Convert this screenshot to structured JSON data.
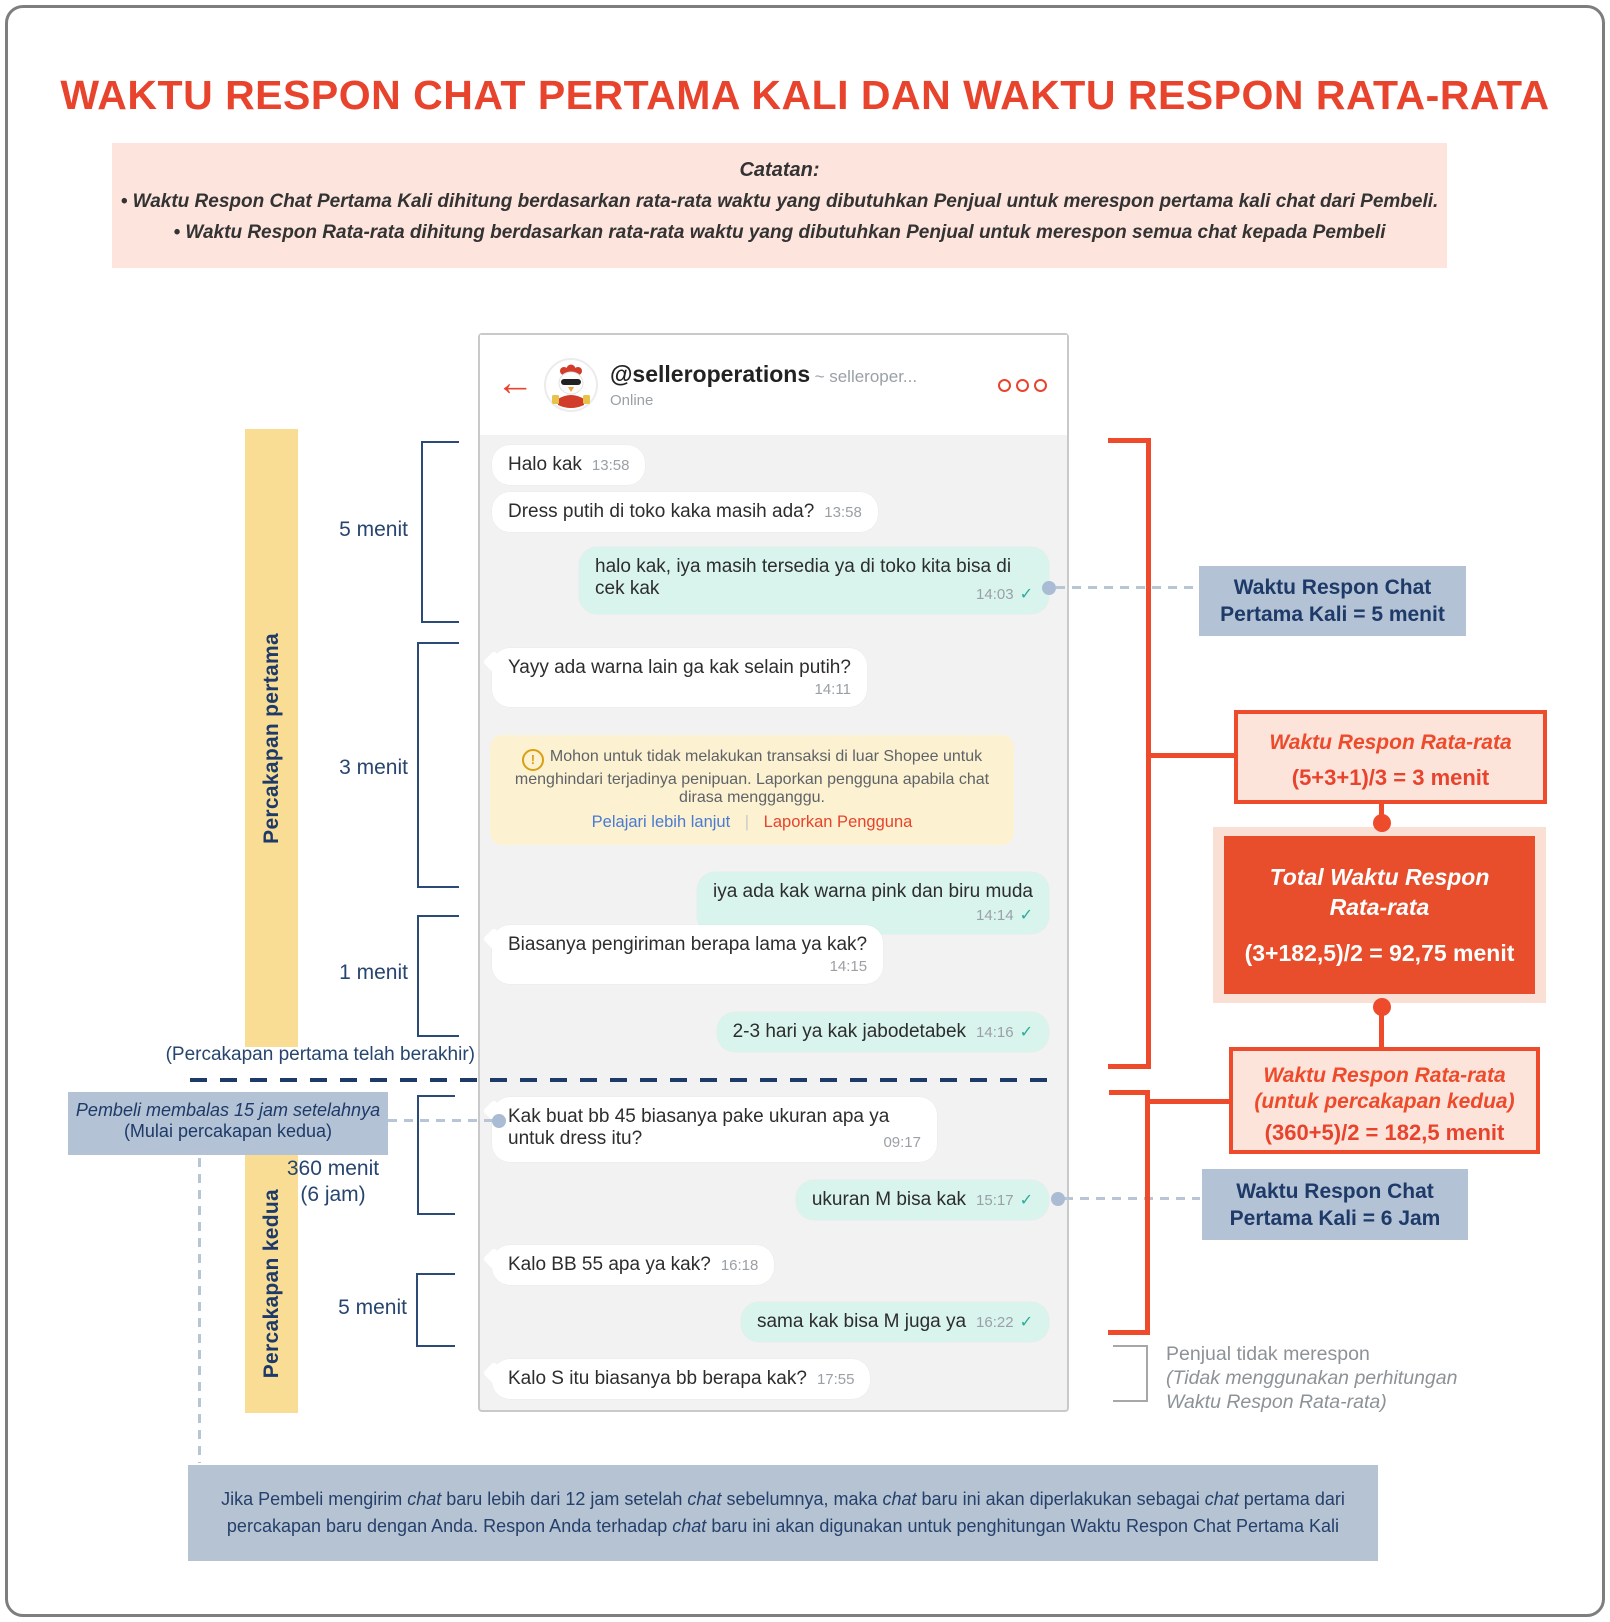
{
  "title": "WAKTU RESPON CHAT PERTAMA KALI DAN WAKTU RESPON RATA-RATA",
  "colors": {
    "accent_orange": "#ee4d2d",
    "navy": "#1e3a68",
    "notes_pink": "#fde5dd",
    "label_yellow": "#f9dd94",
    "callout_bluegray": "#b3c2d4",
    "seller_bubble_mint": "#d8f4ec",
    "warning_yellow": "#fcf1d0",
    "check_teal": "#2bab9b"
  },
  "notes": {
    "heading": "Catatan:",
    "items": [
      "•  Waktu Respon Chat Pertama Kali dihitung berdasarkan rata-rata waktu yang dibutuhkan Penjual untuk merespon pertama kali chat dari Pembeli.",
      "•  Waktu Respon Rata-rata dihitung berdasarkan rata-rata waktu yang dibutuhkan Penjual untuk merespon semua chat kepada Pembeli"
    ]
  },
  "chat": {
    "header": {
      "back_icon": "←",
      "name": "@selleroperations",
      "name_suffix": "~ selleroper...",
      "status": "Online"
    },
    "messages": [
      {
        "side": "buyer",
        "text": "Halo kak",
        "time": "13:58"
      },
      {
        "side": "buyer",
        "text": "Dress putih di toko kaka masih ada?",
        "time": "13:58"
      },
      {
        "side": "seller",
        "text": "halo kak, iya masih tersedia ya di toko kita bisa di cek kak",
        "time": "14:03",
        "check": "✓"
      },
      {
        "side": "buyer",
        "text": "Yayy ada warna lain ga kak selain putih?",
        "time": "14:11"
      },
      {
        "side": "seller",
        "text": "iya ada kak warna pink dan biru muda",
        "time": "14:14",
        "check": "✓"
      },
      {
        "side": "buyer",
        "text": "Biasanya pengiriman berapa lama ya kak?",
        "time": "14:15"
      },
      {
        "side": "seller",
        "text": "2-3 hari ya kak jabodetabek",
        "time": "14:16",
        "check": "✓"
      },
      {
        "side": "buyer",
        "text": "Kak buat bb 45 biasanya pake ukuran apa ya untuk dress itu?",
        "time": "09:17"
      },
      {
        "side": "seller",
        "text": "ukuran M bisa kak",
        "time": "15:17",
        "check": "✓"
      },
      {
        "side": "buyer",
        "text": "Kalo BB 55 apa ya kak?",
        "time": "16:18"
      },
      {
        "side": "seller",
        "text": "sama kak bisa M juga ya",
        "time": "16:22",
        "check": "✓"
      },
      {
        "side": "buyer",
        "text": "Kalo S itu biasanya bb berapa kak?",
        "time": "17:55"
      }
    ],
    "warning": {
      "icon": "!",
      "text": "Mohon untuk tidak melakukan transaksi di luar Shopee untuk menghindari terjadinya penipuan. Laporkan pengguna apabila chat dirasa mengganggu.",
      "link_learn": "Pelajari lebih lanjut",
      "separator": "|",
      "link_report": "Laporkan Pengguna"
    }
  },
  "left_panel": {
    "conversation1": {
      "label": "Percakapan pertama",
      "durations": [
        "5 menit",
        "3 menit",
        "1 menit"
      ],
      "end_note": "(Percakapan pertama telah berakhir)"
    },
    "conversation2": {
      "label": "Percakapan kedua",
      "duration1_line1": "360 menit",
      "duration1_line2": "(6 jam)",
      "duration2": "5 menit",
      "buyer_reply_line1": "Pembeli membalas 15 jam setelahnya",
      "buyer_reply_line2": "(Mulai percakapan kedua)"
    }
  },
  "right_panel": {
    "first_response_box1": {
      "line1": "Waktu Respon Chat",
      "line2": "Pertama Kali = 5 menit"
    },
    "avg_box1": {
      "title": "Waktu Respon Rata-rata",
      "formula": "(5+3+1)/3 = 3 menit"
    },
    "total_box": {
      "title_line1": "Total Waktu Respon",
      "title_line2": "Rata-rata",
      "formula": "(3+182,5)/2 = 92,75 menit"
    },
    "avg_box2": {
      "title_line1": "Waktu Respon Rata-rata",
      "title_line2": "(untuk percakapan kedua)",
      "formula": "(360+5)/2 = 182,5 menit"
    },
    "first_response_box2": {
      "line1": "Waktu Respon Chat",
      "line2": "Pertama Kali = 6 Jam"
    },
    "no_response": {
      "line1": "Penjual tidak merespon",
      "line2": "(Tidak menggunakan perhitungan",
      "line3": "Waktu Respon Rata-rata)"
    }
  },
  "bottom_note": {
    "lines": [
      [
        {
          "t": "Jika Pembeli mengirim "
        },
        {
          "t": "chat",
          "i": true
        },
        {
          "t": " baru lebih dari 12 jam setelah "
        },
        {
          "t": "chat",
          "i": true
        },
        {
          "t": " sebelumnya, maka "
        },
        {
          "t": "chat",
          "i": true
        },
        {
          "t": " baru ini akan diperlakukan sebagai "
        },
        {
          "t": "chat",
          "i": true
        },
        {
          "t": " pertama dari"
        }
      ],
      [
        {
          "t": "percakapan baru dengan Anda. Respon Anda terhadap "
        },
        {
          "t": "chat",
          "i": true
        },
        {
          "t": " baru ini akan digunakan untuk penghitungan Waktu Respon Chat Pertama Kali"
        }
      ]
    ]
  }
}
